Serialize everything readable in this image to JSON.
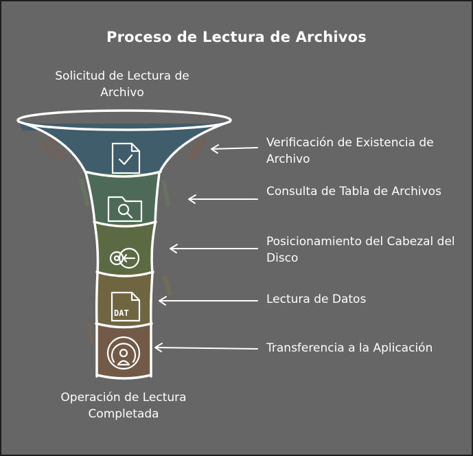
{
  "diagram": {
    "title": "Proceso de Lectura de Archivos",
    "start_label": "Solicitud de Lectura de Archivo",
    "end_label": "Operación de Lectura Completada",
    "stages": [
      {
        "label": "Verificación de Existencia de Archivo",
        "icon": "file-check-icon",
        "color": "#3f5d6b"
      },
      {
        "label": "Consulta de Tabla de Archivos",
        "icon": "folder-search-icon",
        "color": "#4c6a55"
      },
      {
        "label": "Posicionamiento del Cabezal del Disco",
        "icon": "disk-head-icon",
        "color": "#5c6a44"
      },
      {
        "label": "Lectura de Datos",
        "icon": "dat-file-icon",
        "color": "#6f6540"
      },
      {
        "label": "Transferencia a la Aplicación",
        "icon": "broadcast-user-icon",
        "color": "#725a46"
      }
    ]
  }
}
